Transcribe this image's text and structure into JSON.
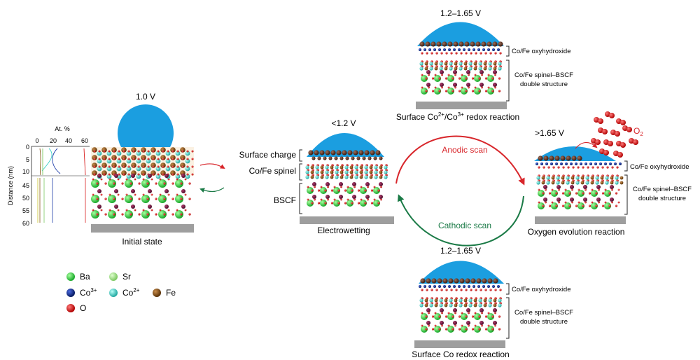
{
  "colors": {
    "droplet": "#1b9ee0",
    "substrate": "#9e9e9e",
    "arrow_red": "#d8262b",
    "arrow_green": "#1a7a46",
    "ba": "#2ecc40",
    "sr": "#a8e08a",
    "co3": "#0b2b8f",
    "co2": "#40d0c8",
    "fe": "#8b5a1f",
    "o": "#d81e1e",
    "initial_bg": "#fbf1e2"
  },
  "initial": {
    "voltage": "1.0 V",
    "caption": "Initial state",
    "at_title": "At. %",
    "y_axis_label": "Distance (nm)",
    "x_ticks": [
      "0",
      "20",
      "40",
      "60"
    ],
    "y_ticks": [
      "0",
      "5",
      "10",
      "45",
      "50",
      "55",
      "60"
    ]
  },
  "electrowetting": {
    "voltage": "<1.2 V",
    "caption": "Electrowetting",
    "labels": {
      "surface_charge": "Surface charge",
      "spinel": "Co/Fe spinel",
      "bscf": "BSCF"
    }
  },
  "top_panel": {
    "voltage": "1.2–1.65 V",
    "caption_pre": "Surface Co",
    "caption_sup1": "2+",
    "caption_mid": "/Co",
    "caption_sup2": "3+",
    "caption_post": " redox reaction",
    "label1": "Co/Fe oxyhydroxide",
    "label2a": "Co/Fe spinel–BSCF",
    "label2b": "double structure"
  },
  "oer_panel": {
    "voltage": ">1.65 V",
    "caption": "Oxygen evolution reaction",
    "gas_label": "O",
    "gas_sub": "2",
    "label1": "Co/Fe oxyhydroxide",
    "label2a": "Co/Fe spinel–BSCF",
    "label2b": "double structure"
  },
  "bottom_panel": {
    "voltage": "1.2–1.65 V",
    "caption": "Surface Co redox reaction",
    "label1": "Co/Fe oxyhydroxide",
    "label2a": "Co/Fe spinel–BSCF",
    "label2b": "double structure"
  },
  "cycle": {
    "anodic": "Anodic scan",
    "cathodic": "Cathodic scan"
  },
  "legend": {
    "ba": "Ba",
    "sr": "Sr",
    "co3_pre": "Co",
    "co3_sup": "3+",
    "co2_pre": "Co",
    "co2_sup": "2+",
    "fe": "Fe",
    "o": "O"
  }
}
